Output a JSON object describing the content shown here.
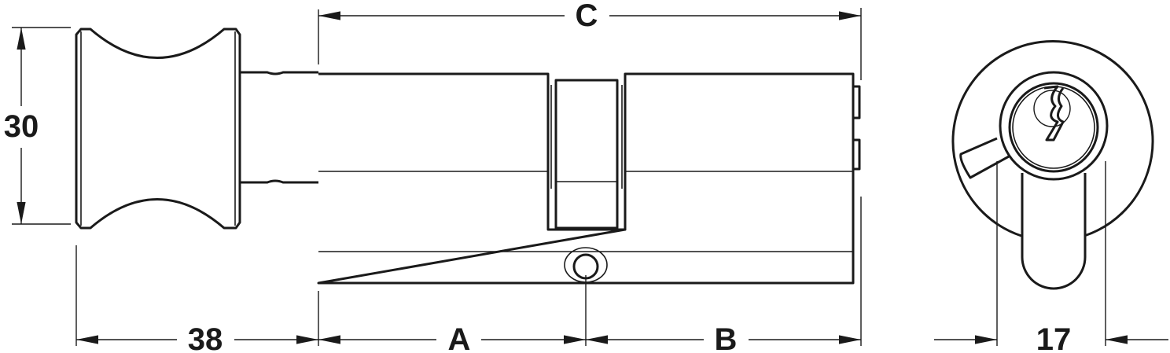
{
  "dimensions": {
    "overall_length": "C",
    "knob_height": "30",
    "knob_length": "38",
    "front_length": "A",
    "back_length": "B",
    "profile_width": "17"
  },
  "colors": {
    "line": "#1a1a1a",
    "background": "#ffffff"
  }
}
